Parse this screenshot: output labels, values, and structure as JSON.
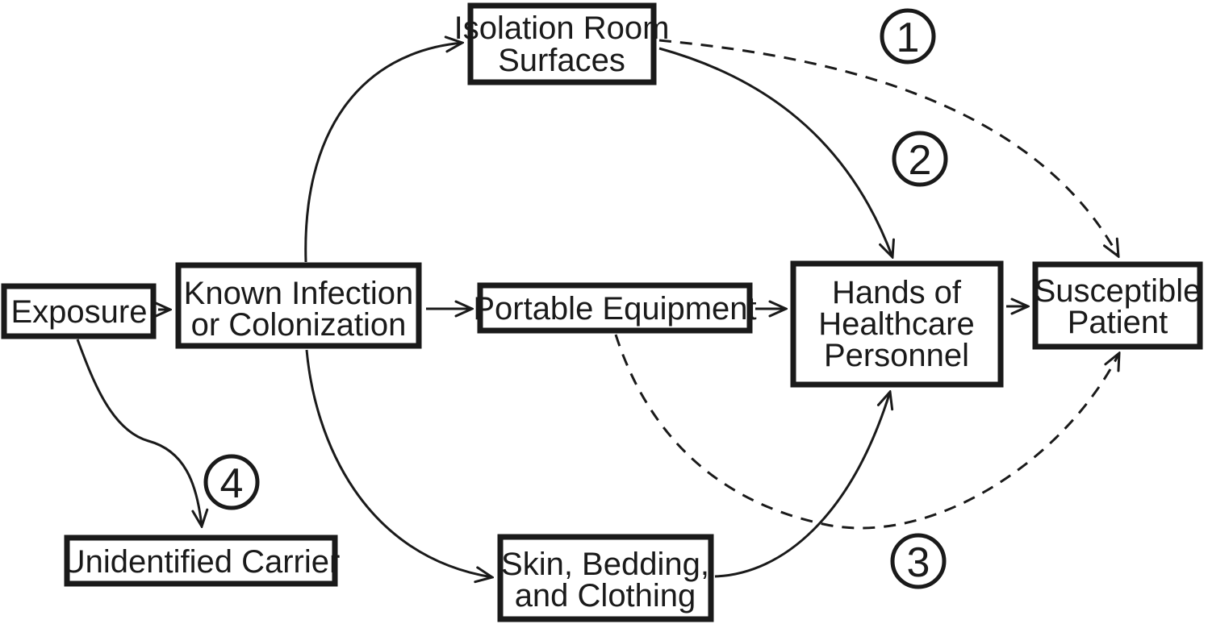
{
  "diagram": {
    "title": "Transmission pathways diagram",
    "colors": {
      "background": "#ffffff",
      "ink": "#1a1a1a"
    },
    "nodes": {
      "exposure": {
        "lines": [
          "Exposure"
        ]
      },
      "known_infection": {
        "lines": [
          "Known Infection",
          "or Colonization"
        ]
      },
      "isolation_room": {
        "lines": [
          "Isolation Room",
          "Surfaces"
        ]
      },
      "portable_equipment": {
        "lines": [
          "Portable Equipment"
        ]
      },
      "skin_bedding": {
        "lines": [
          "Skin, Bedding,",
          "and Clothing"
        ]
      },
      "hands": {
        "lines": [
          "Hands of",
          "Healthcare",
          "Personnel"
        ]
      },
      "susceptible_patient": {
        "lines": [
          "Susceptible",
          "Patient"
        ]
      },
      "unidentified_carrier": {
        "lines": [
          "Unidentified Carrier"
        ]
      }
    },
    "labels": {
      "n1": "1",
      "n2": "2",
      "n3": "3",
      "n4": "4"
    },
    "edges": [
      {
        "from": "Exposure",
        "to": "Known Infection or Colonization",
        "style": "solid",
        "label": ""
      },
      {
        "from": "Known Infection or Colonization",
        "to": "Isolation Room Surfaces",
        "style": "solid",
        "label": ""
      },
      {
        "from": "Known Infection or Colonization",
        "to": "Portable Equipment",
        "style": "solid",
        "label": ""
      },
      {
        "from": "Known Infection or Colonization",
        "to": "Skin, Bedding, and Clothing",
        "style": "solid",
        "label": ""
      },
      {
        "from": "Isolation Room Surfaces",
        "to": "Susceptible Patient",
        "style": "dashed",
        "label": "1"
      },
      {
        "from": "Isolation Room Surfaces",
        "to": "Hands of Healthcare Personnel",
        "style": "solid",
        "label": "2"
      },
      {
        "from": "Portable Equipment",
        "to": "Hands of Healthcare Personnel",
        "style": "solid",
        "label": ""
      },
      {
        "from": "Portable Equipment",
        "to": "Susceptible Patient",
        "style": "dashed",
        "label": "3"
      },
      {
        "from": "Skin, Bedding, and Clothing",
        "to": "Hands of Healthcare Personnel",
        "style": "solid",
        "label": ""
      },
      {
        "from": "Hands of Healthcare Personnel",
        "to": "Susceptible Patient",
        "style": "solid",
        "label": ""
      },
      {
        "from": "Exposure",
        "to": "Unidentified Carrier",
        "style": "solid",
        "label": "4"
      }
    ]
  }
}
